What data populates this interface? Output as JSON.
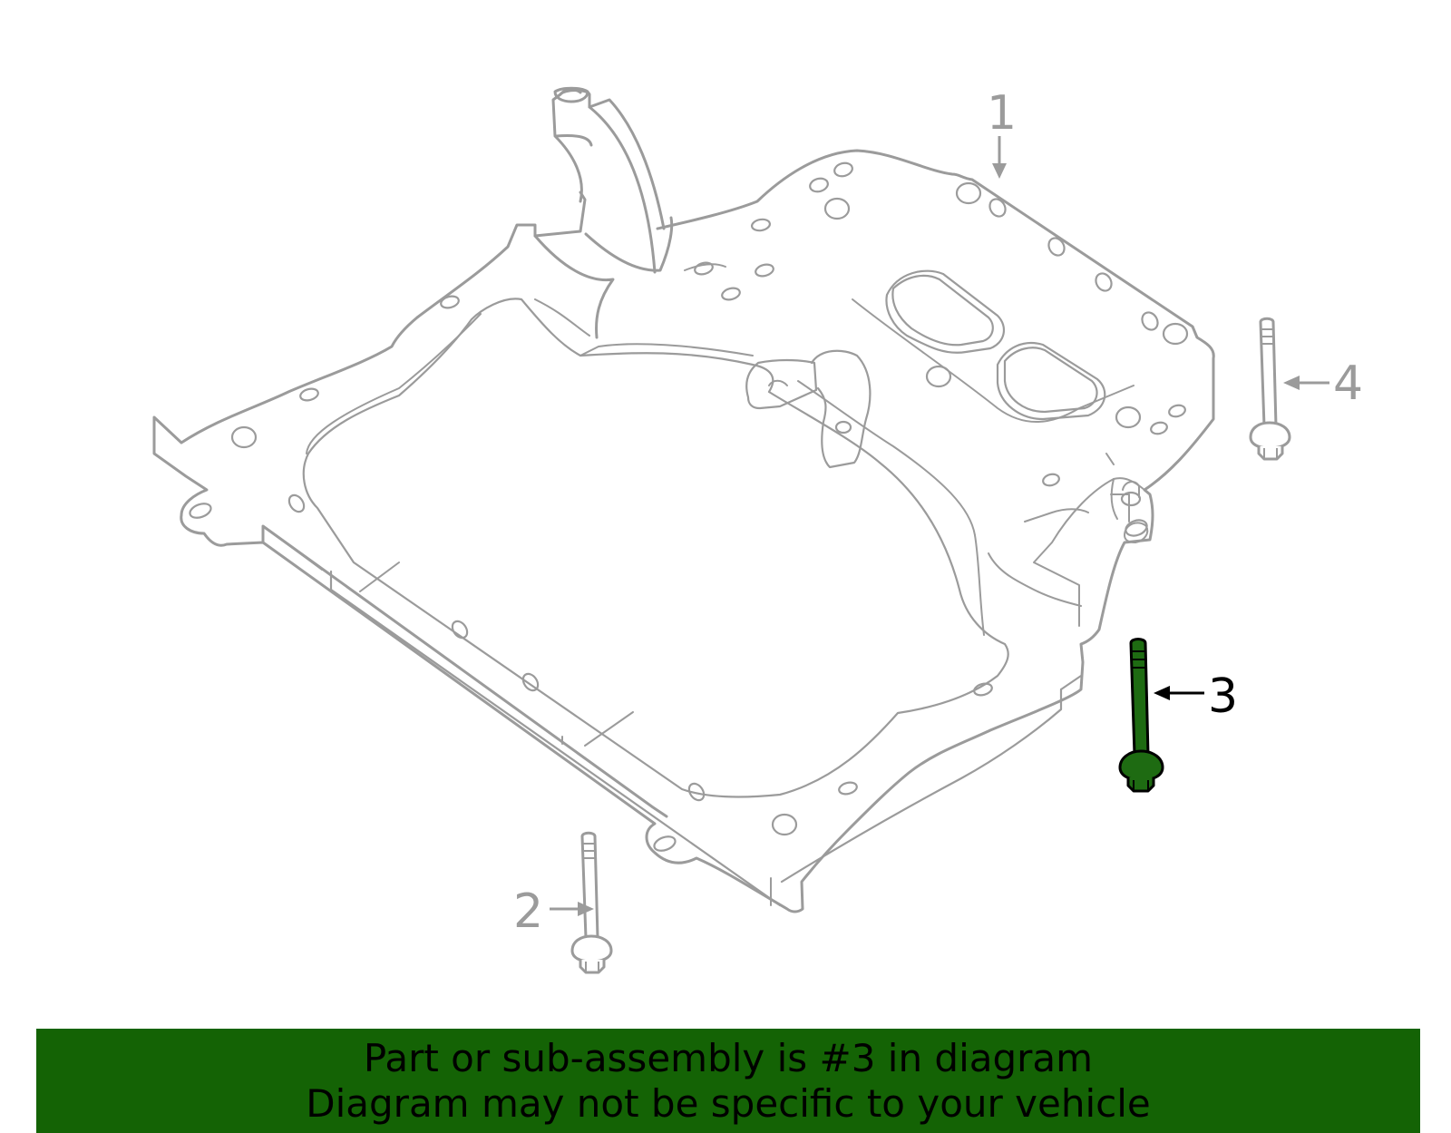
{
  "colors": {
    "line_gray": "#9b9b9b",
    "highlight_green": "#1e6b12",
    "banner_green": "#146305",
    "text_black": "#000000"
  },
  "callouts": [
    {
      "number": "1",
      "highlighted": false
    },
    {
      "number": "2",
      "highlighted": false
    },
    {
      "number": "3",
      "highlighted": true
    },
    {
      "number": "4",
      "highlighted": false
    }
  ],
  "banner": {
    "line1": "Part or sub-assembly is #3 in diagram",
    "line2": "Diagram may not be specific to your vehicle"
  }
}
